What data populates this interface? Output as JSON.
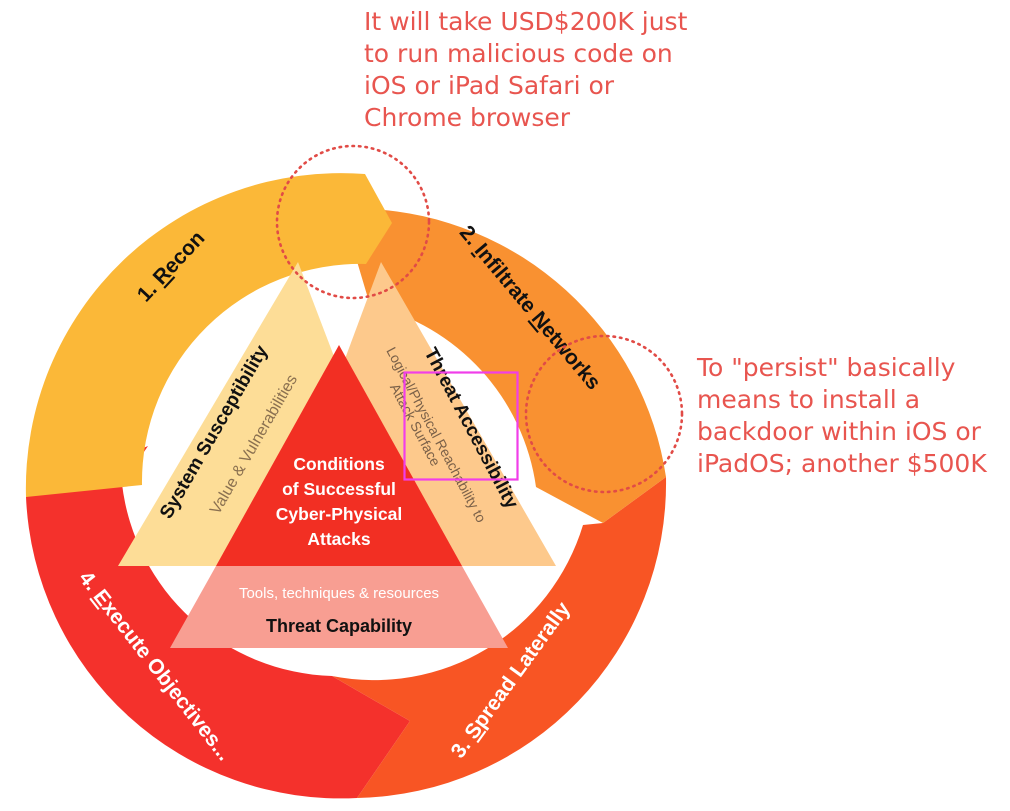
{
  "colors": {
    "recon": "#fbb838",
    "infiltrate": "#f99131",
    "spread": "#f85524",
    "execute": "#f4312c",
    "susceptibility_triangle": "#fddd97",
    "accessibility_triangle": "#fdc98c",
    "conditions_triangle": "#f22f23",
    "capability_triangle": "#f89e92",
    "annotation_text": "#e8554f",
    "annotation_circle": "#e14b46",
    "highlight_box": "#f13ee9"
  },
  "ring": {
    "segments": [
      {
        "id": "recon",
        "label_num": "1. ",
        "label_initial": "R",
        "label_rest": "econ"
      },
      {
        "id": "infiltrate",
        "label_num": "2. ",
        "label_initial": "I",
        "label_rest": "nfiltrate ",
        "label_initial2": "N",
        "label_rest2": "etworks"
      },
      {
        "id": "spread",
        "label_num": "3. ",
        "label_initial": "S",
        "label_rest": "pread Laterally"
      },
      {
        "id": "execute",
        "label_num": "4. ",
        "label_initial": "E",
        "label_rest": "xecute Objectives..."
      }
    ]
  },
  "triangles": {
    "susceptibility": {
      "title": "System Susceptibility",
      "subtitle": "Value & Vulnerabilities"
    },
    "accessibility": {
      "title": "Threat Accessibility",
      "subtitle_line1": "Logical/Physical Reachability to",
      "subtitle_line2": "Attack Surface"
    },
    "conditions": {
      "line1": "Conditions",
      "line2": "of Successful",
      "line3": "Cyber-Physical",
      "line4": "Attacks"
    },
    "capability": {
      "subtitle": "Tools, techniques & resources",
      "title": "Threat Capability"
    }
  },
  "annotations": {
    "top": "It will take USD$200K just\nto run malicious code on\niOS or iPad Safari or\nChrome browser",
    "right": "To \"persist\" basically\nmeans to install a\nbackdoor within iOS or\niPadOS; another $500K"
  },
  "icons": {
    "ring_arrow_marker": "chevron-arrow",
    "annotation_marker": "dotted-circle",
    "highlight": "rectangle-outline"
  }
}
